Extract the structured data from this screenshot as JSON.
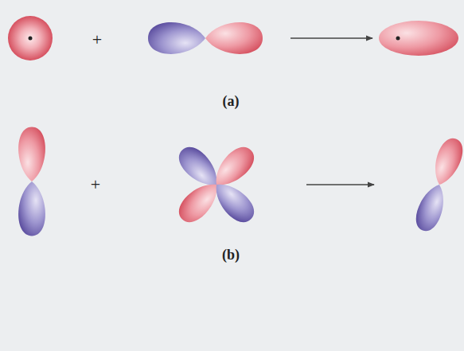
{
  "diagram": {
    "labels": [
      "+",
      "+",
      "(a)",
      "(b)"
    ]
  }
}
